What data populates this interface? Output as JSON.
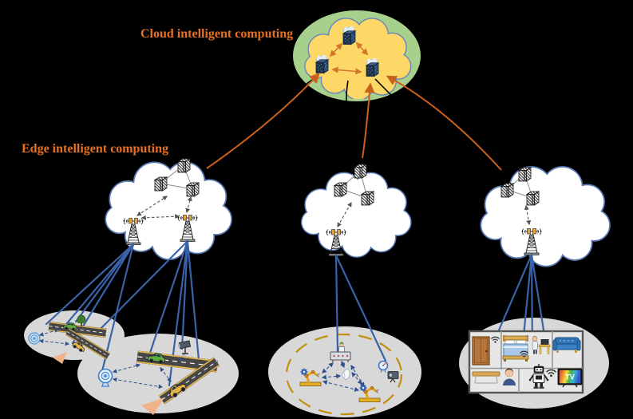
{
  "labels": {
    "cloud": "Cloud intelligent computing",
    "edge": "Edge intelligent computing"
  },
  "tv_label": "TV",
  "colors": {
    "background": "#000000",
    "label_text": "#e8701e",
    "halo_green": "#a8d08d",
    "cloud_yellow": "#fdd867",
    "cloud_outline": "#6c86b8",
    "edge_cloud_white": "#ffffff",
    "edge_cloud_outline": "#5a7ab5",
    "scene_gray": "#d8d8d8",
    "uplink_arrow": "#c8611c",
    "downlink_arrow": "#000000",
    "access_link_blue": "#3a62a8",
    "inter_server_arrow": "#d4762a",
    "dashed_link_gray": "#555555",
    "dashed_link_navy": "#2f4f8f",
    "workshop_ring_yellow": "#c09010"
  },
  "icons": {
    "cloud_server": "3d-server-with-snow-cap",
    "edge_server": "hatched-3d-server",
    "base_station": "lattice-tower-with-antennas",
    "wifi": "wifi-waves",
    "roadside_sensor": "concentric-radar-circles",
    "camera_sensor": "webcam-on-stand",
    "cctv": "cctv-camera",
    "vehicle_green": "green-car",
    "vehicle_taxi": "yellow-taxi",
    "tree": "roadside-tree",
    "robot_arm": "industrial-robot-arm",
    "conveyor": "conveyor-machine-with-operator",
    "glove": "smart-glove",
    "gauge": "gauge-dial",
    "door": "wooden-door",
    "bed": "double-bed",
    "desk_workstation": "person-at-standing-desk",
    "sofa": "blue-sofa",
    "table": "wooden-table",
    "person": "person-avatar",
    "home_robot": "home-robot",
    "tv": "smart-tv"
  }
}
